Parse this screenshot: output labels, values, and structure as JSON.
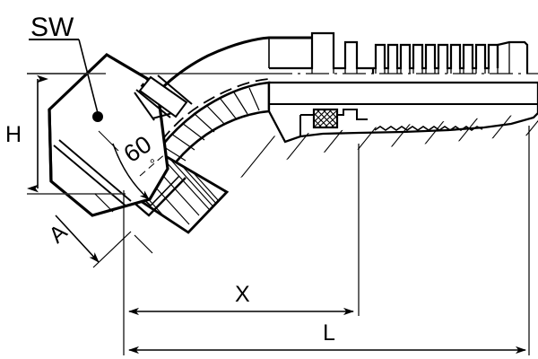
{
  "drawing": {
    "title": "Hydraulic hose fitting 45 degree elbow technical drawing",
    "background_color": "#ffffff",
    "line_color": "#000000",
    "thin_line_color": "#1a1a1a",
    "labels": {
      "sw": "SW",
      "h": "H",
      "a": "A",
      "x": "X",
      "l": "L",
      "angle": "60",
      "angle_unit": "°"
    },
    "annotations": [
      {
        "name": "sw-callout",
        "text": "SW",
        "kind": "leader-callout",
        "description": "Wrench size callout with underline and leader line to filled dot on hex nut"
      },
      {
        "name": "h-dimension",
        "text": "H",
        "kind": "vertical-dimension",
        "description": "Vertical double-arrow dimension on left side measuring nut height"
      },
      {
        "name": "a-dimension",
        "text": "A",
        "kind": "diagonal-dimension",
        "description": "Diagonal arrow dimension along the 45 degree sealing face"
      },
      {
        "name": "x-dimension",
        "text": "X",
        "kind": "horizontal-dimension",
        "description": "Horizontal double-arrow dimension from elbow centre to ferrule end"
      },
      {
        "name": "l-dimension",
        "text": "L",
        "kind": "horizontal-dimension",
        "description": "Horizontal double-arrow overall length dimension"
      },
      {
        "name": "angle-dimension",
        "text": "60°",
        "kind": "angular-dimension",
        "description": "Angular dimension with curved arc and arrow showing 60 degree seat cone"
      }
    ],
    "components": [
      {
        "name": "swivel-nut",
        "description": "Hexagonal swivel nut at lower-left, rotated 45 degrees"
      },
      {
        "name": "sealing-cone",
        "description": "60 degree internal cone seat"
      },
      {
        "name": "elbow-bend",
        "description": "45 degree curved elbow tube with hatched wall section"
      },
      {
        "name": "o-ring-seal",
        "description": "Cross-hatched o-ring seal detail"
      },
      {
        "name": "ferrule",
        "description": "Crimp ferrule with serrations"
      },
      {
        "name": "hose-barb",
        "description": "Barbed hose insert nipple at right"
      },
      {
        "name": "centerline",
        "description": "Dash-dot horizontal axis centerline"
      }
    ]
  }
}
